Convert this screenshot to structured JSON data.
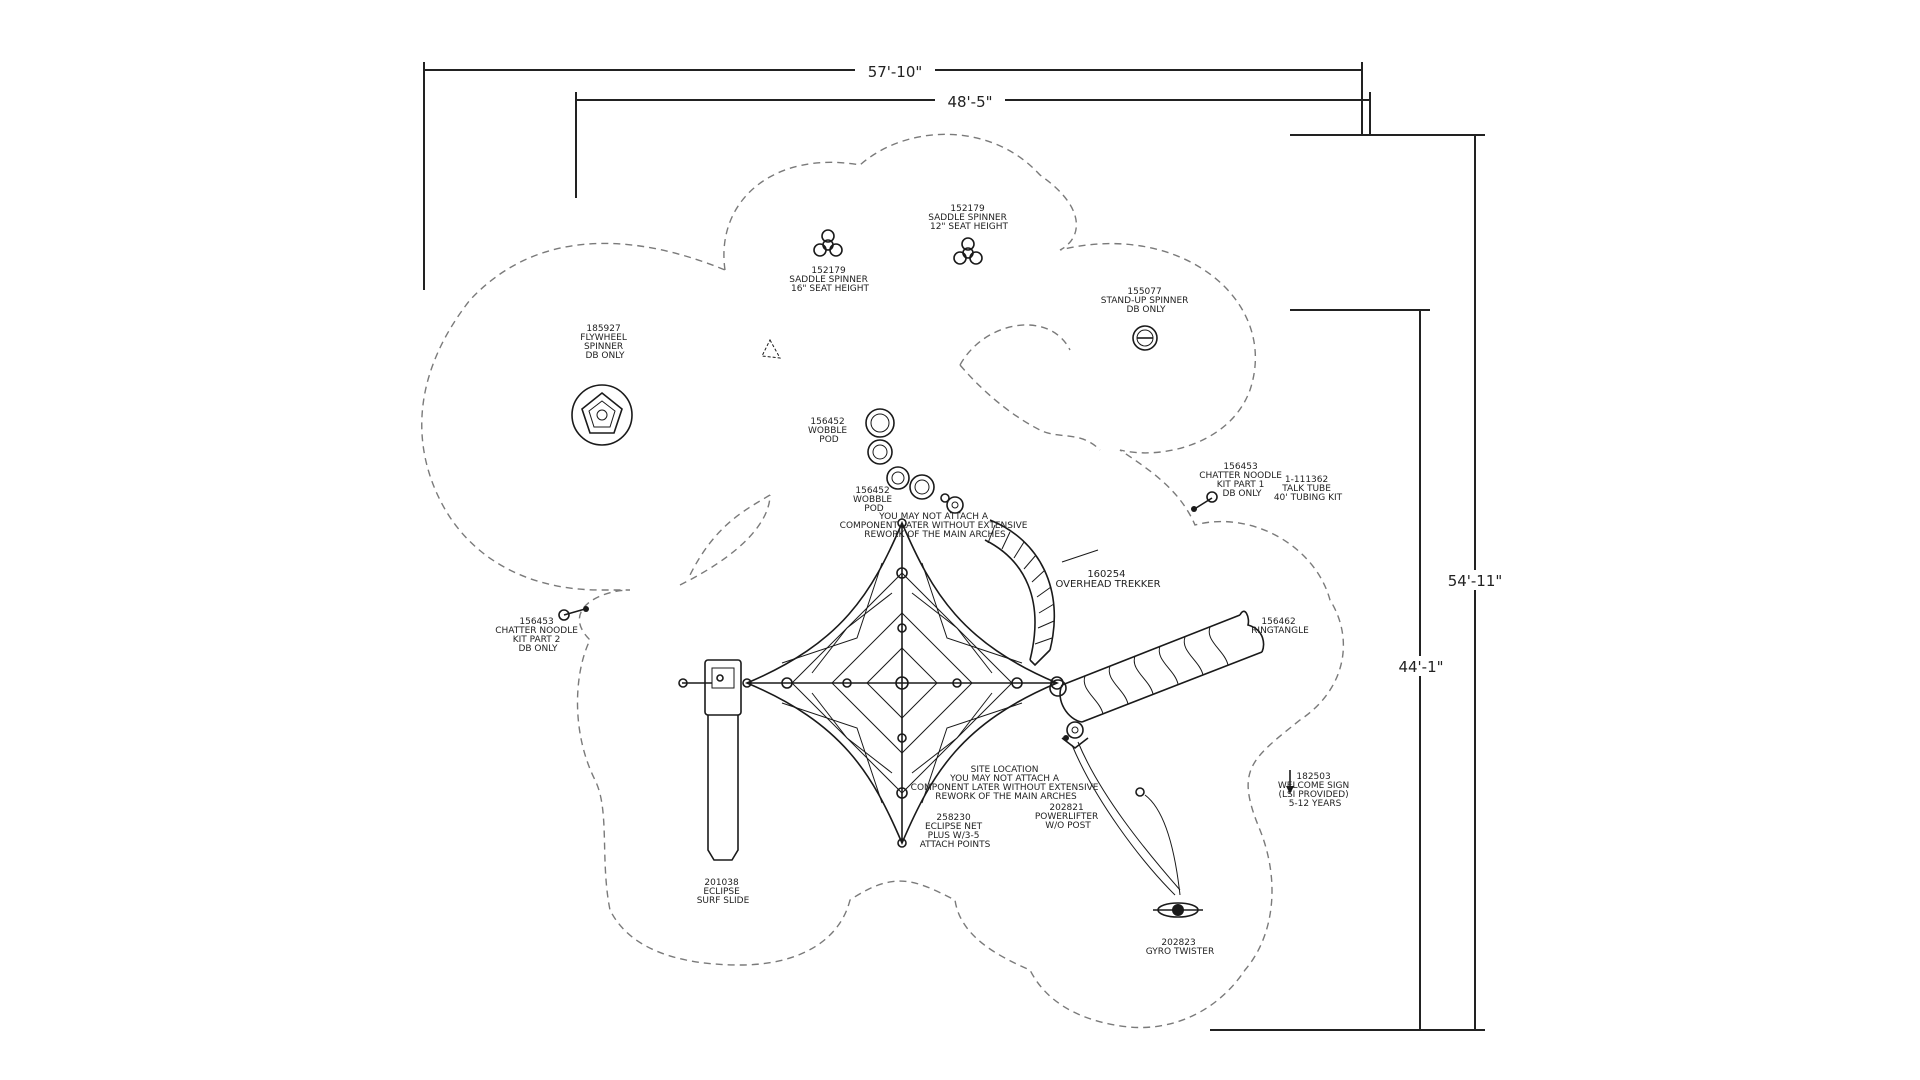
{
  "dimensions": {
    "overall_width": "57'-10\"",
    "inner_width": "48'-5\"",
    "overall_depth": "54'-11\"",
    "inner_depth": "44'-1\""
  },
  "labels": {
    "saddle_spinner_12": [
      "152179",
      "SADDLE SPINNER",
      "12\" SEAT HEIGHT"
    ],
    "saddle_spinner_16": [
      "152179",
      "SADDLE SPINNER",
      "16\" SEAT HEIGHT"
    ],
    "standup_spinner": [
      "155077",
      "STAND-UP SPINNER",
      "DB ONLY"
    ],
    "flywheel_spinner": [
      "185927",
      "FLYWHEEL",
      "SPINNER",
      "DB ONLY"
    ],
    "wobble_pod_1": [
      "156452",
      "WOBBLE",
      "POD"
    ],
    "wobble_pod_2": [
      "156452",
      "WOBBLE",
      "POD"
    ],
    "arches_note_top": [
      "YOU MAY NOT ATTACH A",
      "COMPONENT LATER WITHOUT EXTENSIVE",
      "REWORK OF THE MAIN ARCHES"
    ],
    "chatter_noodle_1": [
      "156453",
      "CHATTER NOODLE",
      "KIT PART 1",
      "DB ONLY"
    ],
    "talk_tube": [
      "1-111362",
      "TALK TUBE",
      "40' TUBING KIT"
    ],
    "overhead_trekker": [
      "160254",
      "OVERHEAD TREKKER"
    ],
    "chatter_noodle_2": [
      "156453",
      "CHATTER NOODLE",
      "KIT PART 2",
      "DB ONLY"
    ],
    "ringtangle": [
      "156462",
      "RINGTANGLE"
    ],
    "site_location": [
      "SITE LOCATION",
      "YOU MAY NOT ATTACH A",
      "COMPONENT LATER WITHOUT EXTENSIVE",
      "REWORK OF THE MAIN ARCHES"
    ],
    "powerlifter": [
      "202821",
      "POWERLIFTER",
      "W/O POST"
    ],
    "eclipse_net": [
      "258230",
      "ECLIPSE NET",
      "PLUS W/3-5",
      "ATTACH POINTS"
    ],
    "welcome_sign": [
      "182503",
      "WELCOME SIGN",
      "(LSI PROVIDED)",
      "5-12 YEARS"
    ],
    "surf_slide": [
      "201038",
      "ECLIPSE",
      "SURF SLIDE"
    ],
    "gyro_twister": [
      "202823",
      "GYRO TWISTER"
    ]
  },
  "colors": {
    "line": "#1a1a1a",
    "boundary": "#7a7a7a",
    "background": "#ffffff"
  }
}
